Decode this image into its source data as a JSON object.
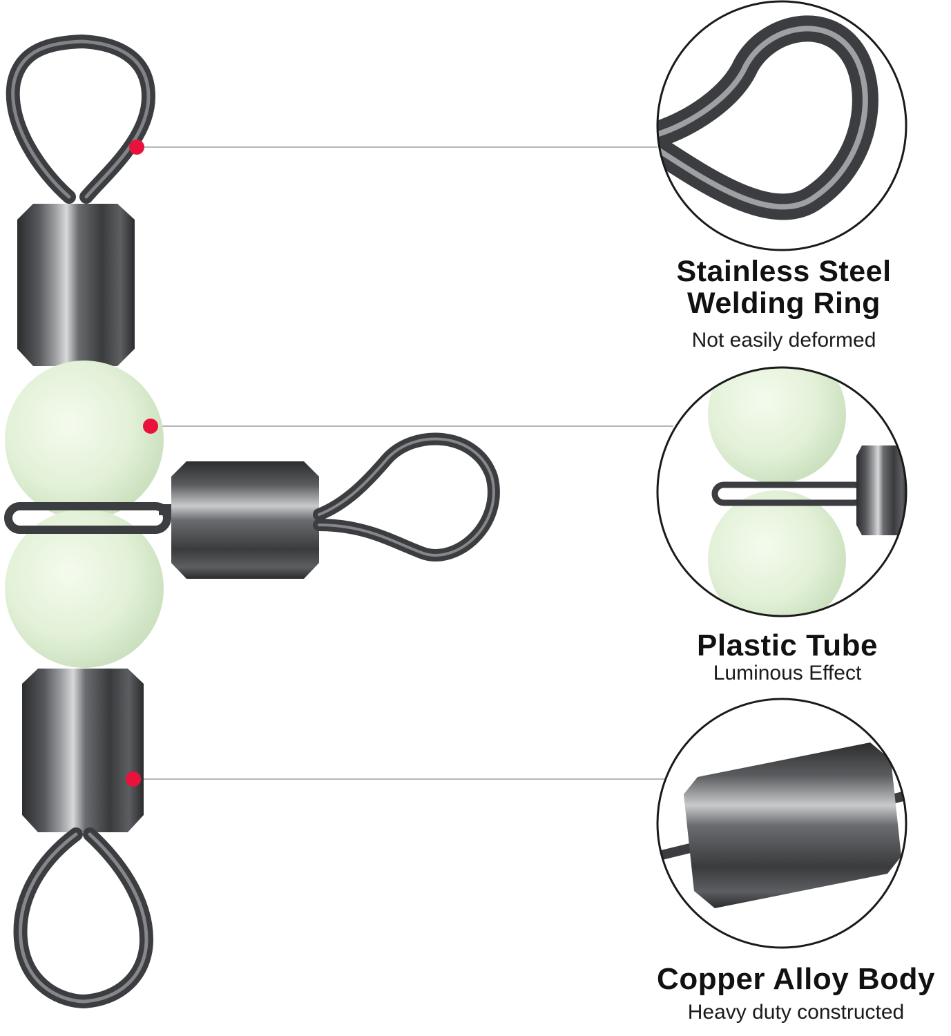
{
  "features": [
    {
      "title_line1": "Stainless Steel",
      "title_line2": "Welding Ring",
      "subtitle": "Not easily deformed",
      "icon": "welding-ring-closeup"
    },
    {
      "title": "Plastic Tube",
      "subtitle": "Luminous Effect",
      "icon": "luminous-bead-closeup"
    },
    {
      "title": "Copper Alloy Body",
      "subtitle": "Heavy duty constructed",
      "icon": "copper-barrel-closeup"
    }
  ],
  "colors": {
    "accent_dot": "#e8123c",
    "metal": "#4a4c4f",
    "bead": "#e3f3d9",
    "leader_line": "#8a8a8a"
  }
}
